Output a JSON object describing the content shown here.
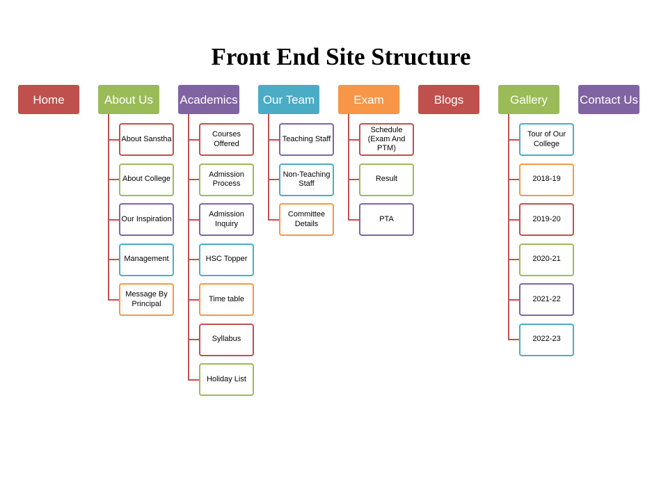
{
  "title": "Front End Site Structure",
  "colors": {
    "red": "#c0504d",
    "green": "#9bbb59",
    "purple": "#8064a2",
    "teal": "#4bacc6",
    "orange": "#f79646",
    "connector": "#c0504d"
  },
  "nodes": [
    {
      "label": "Home",
      "color": "red",
      "children": []
    },
    {
      "label": "About Us",
      "color": "green",
      "children": [
        {
          "label": "About Sanstha",
          "color": "red"
        },
        {
          "label": "About College",
          "color": "green"
        },
        {
          "label": "Our Inspiration",
          "color": "purple"
        },
        {
          "label": "Management",
          "color": "teal"
        },
        {
          "label": "Message By Principal",
          "color": "orange"
        }
      ]
    },
    {
      "label": "Academics",
      "color": "purple",
      "children": [
        {
          "label": "Courses Offered",
          "color": "red"
        },
        {
          "label": "Admission Process",
          "color": "green"
        },
        {
          "label": "Admission Inquiry",
          "color": "purple"
        },
        {
          "label": "HSC Topper",
          "color": "teal"
        },
        {
          "label": "Time table",
          "color": "orange"
        },
        {
          "label": "Syllabus",
          "color": "red"
        },
        {
          "label": "Holiday List",
          "color": "green"
        }
      ]
    },
    {
      "label": "Our Team",
      "color": "teal",
      "children": [
        {
          "label": "Teaching Staff",
          "color": "purple"
        },
        {
          "label": "Non-Teaching Staff",
          "color": "teal"
        },
        {
          "label": "Committee Details",
          "color": "orange"
        }
      ]
    },
    {
      "label": "Exam",
      "color": "orange",
      "children": [
        {
          "label": "Schedule (Exam And PTM)",
          "color": "red"
        },
        {
          "label": "Result",
          "color": "green"
        },
        {
          "label": "PTA",
          "color": "purple"
        }
      ]
    },
    {
      "label": "Blogs",
      "color": "red",
      "children": []
    },
    {
      "label": "Gallery",
      "color": "green",
      "children": [
        {
          "label": "Tour of Our College",
          "color": "teal"
        },
        {
          "label": "2018-19",
          "color": "orange"
        },
        {
          "label": "2019-20",
          "color": "red"
        },
        {
          "label": "2020-21",
          "color": "green"
        },
        {
          "label": "2021-22",
          "color": "purple"
        },
        {
          "label": "2022-23",
          "color": "teal"
        }
      ]
    },
    {
      "label": "Contact Us",
      "color": "purple",
      "children": []
    }
  ]
}
